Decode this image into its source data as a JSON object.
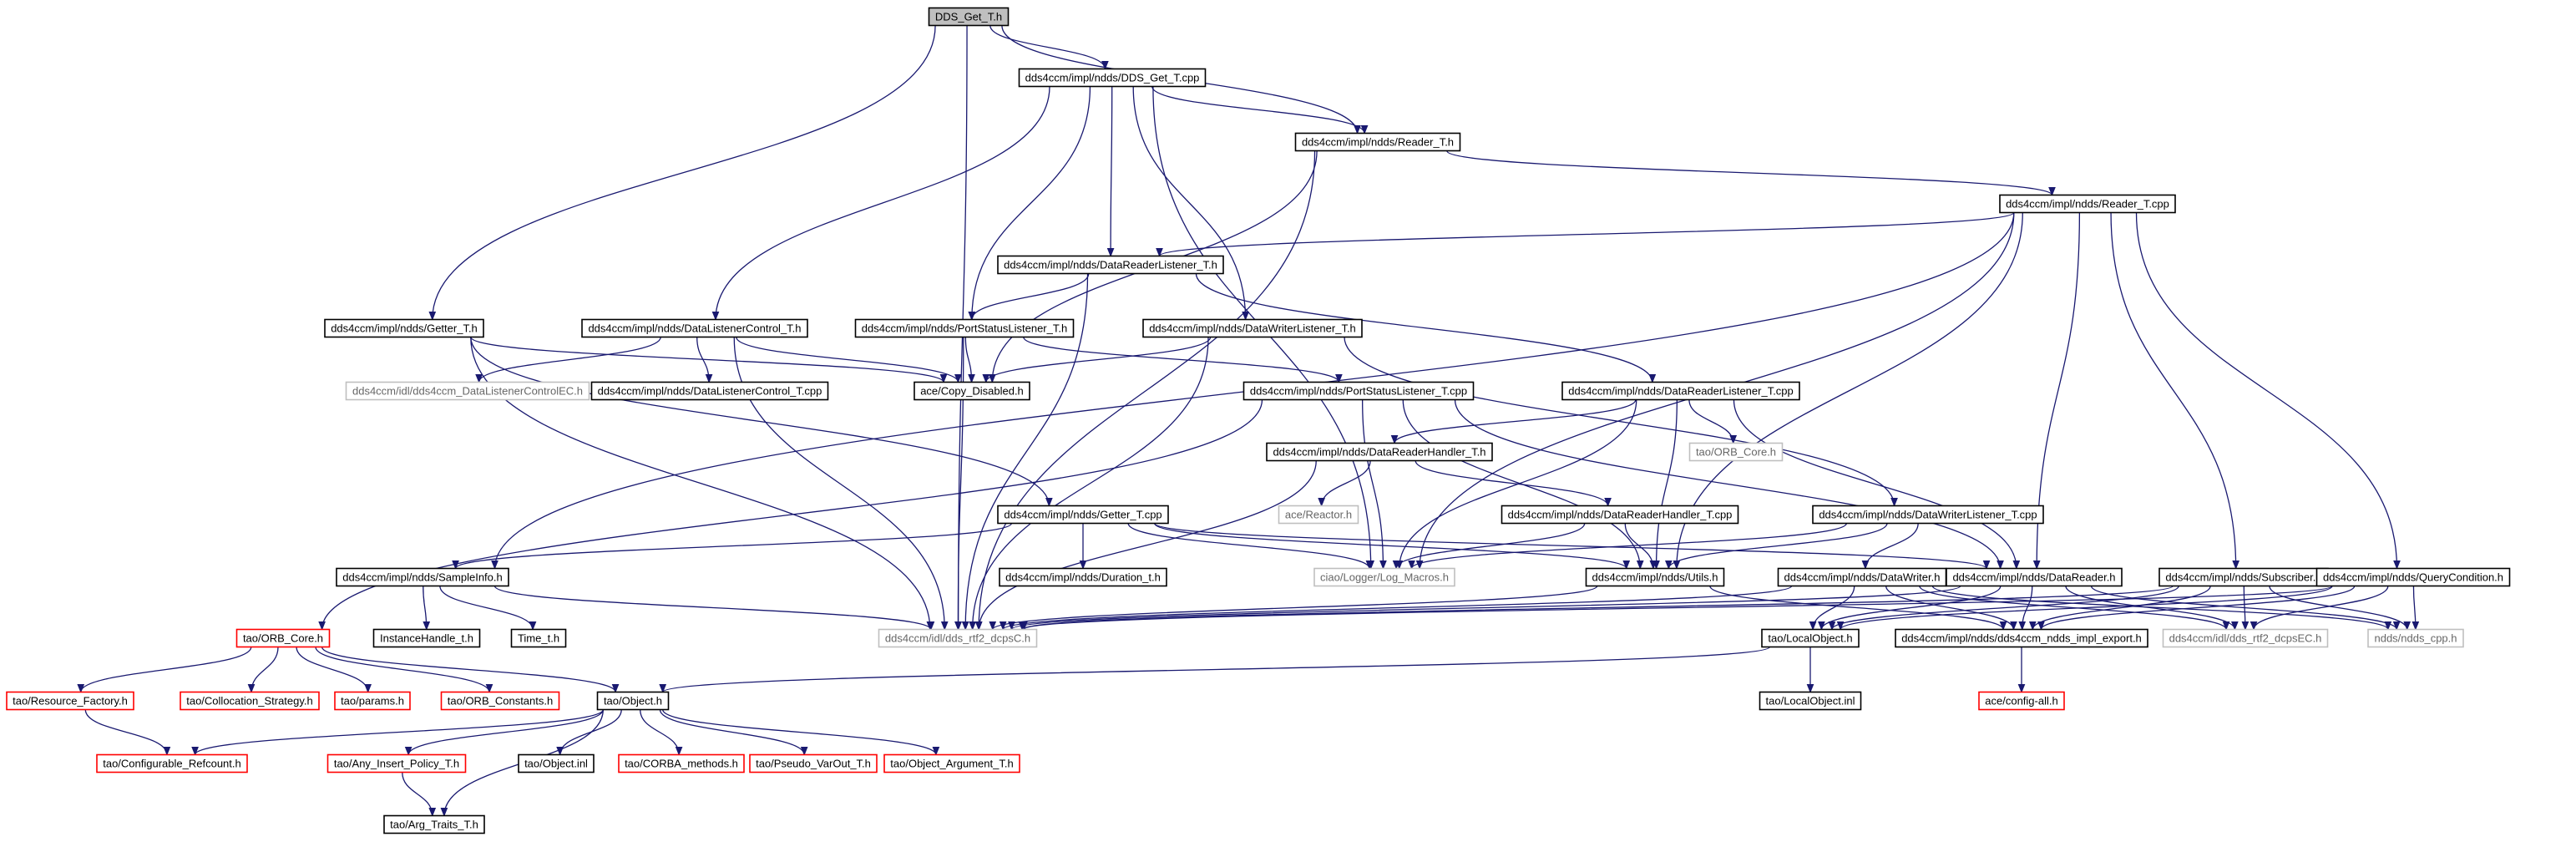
{
  "colors": {
    "edge": "#191970",
    "normal_border": "#000000",
    "normal_fill": "#ffffff",
    "root_fill": "#bfbfbf",
    "missing_border": "#ff0000",
    "external_border": "#bfbfbf",
    "external_text": "#666666"
  },
  "nodes": [
    {
      "id": "n_root",
      "label": "DDS_Get_T.h",
      "kind": "root"
    },
    {
      "id": "n_get_cpp",
      "label": "dds4ccm/impl/ndds/DDS_Get_T.cpp",
      "kind": "normal"
    },
    {
      "id": "n_reader_h",
      "label": "dds4ccm/impl/ndds/Reader_T.h",
      "kind": "normal"
    },
    {
      "id": "n_reader_cpp",
      "label": "dds4ccm/impl/ndds/Reader_T.cpp",
      "kind": "normal"
    },
    {
      "id": "n_drl_h",
      "label": "dds4ccm/impl/ndds/DataReaderListener_T.h",
      "kind": "normal"
    },
    {
      "id": "n_getter_h",
      "label": "dds4ccm/impl/ndds/Getter_T.h",
      "kind": "normal"
    },
    {
      "id": "n_dlc_h",
      "label": "dds4ccm/impl/ndds/DataListenerControl_T.h",
      "kind": "normal"
    },
    {
      "id": "n_psl_h",
      "label": "dds4ccm/impl/ndds/PortStatusListener_T.h",
      "kind": "normal"
    },
    {
      "id": "n_dwl_h",
      "label": "dds4ccm/impl/ndds/DataWriterListener_T.h",
      "kind": "normal"
    },
    {
      "id": "n_idl_dlc",
      "label": "dds4ccm/idl/dds4ccm_DataListenerControlEC.h",
      "kind": "external"
    },
    {
      "id": "n_dlc_cpp",
      "label": "dds4ccm/impl/ndds/DataListenerControl_T.cpp",
      "kind": "normal"
    },
    {
      "id": "n_copy",
      "label": "ace/Copy_Disabled.h",
      "kind": "normal"
    },
    {
      "id": "n_psl_cpp",
      "label": "dds4ccm/impl/ndds/PortStatusListener_T.cpp",
      "kind": "normal"
    },
    {
      "id": "n_drl_cpp",
      "label": "dds4ccm/impl/ndds/DataReaderListener_T.cpp",
      "kind": "normal"
    },
    {
      "id": "n_orbcore_ext",
      "label": "tao/ORB_Core.h",
      "kind": "external"
    },
    {
      "id": "n_drh_h",
      "label": "dds4ccm/impl/ndds/DataReaderHandler_T.h",
      "kind": "normal"
    },
    {
      "id": "n_reactor",
      "label": "ace/Reactor.h",
      "kind": "external"
    },
    {
      "id": "n_drh_cpp",
      "label": "dds4ccm/impl/ndds/DataReaderHandler_T.cpp",
      "kind": "normal"
    },
    {
      "id": "n_dwl_cpp",
      "label": "dds4ccm/impl/ndds/DataWriterListener_T.cpp",
      "kind": "normal"
    },
    {
      "id": "n_getter_cpp",
      "label": "dds4ccm/impl/ndds/Getter_T.cpp",
      "kind": "normal"
    },
    {
      "id": "n_sampleinfo",
      "label": "dds4ccm/impl/ndds/SampleInfo.h",
      "kind": "normal"
    },
    {
      "id": "n_duration",
      "label": "dds4ccm/impl/ndds/Duration_t.h",
      "kind": "normal"
    },
    {
      "id": "n_logmacros",
      "label": "ciao/Logger/Log_Macros.h",
      "kind": "external"
    },
    {
      "id": "n_utils",
      "label": "dds4ccm/impl/ndds/Utils.h",
      "kind": "normal"
    },
    {
      "id": "n_datawriter",
      "label": "dds4ccm/impl/ndds/DataWriter.h",
      "kind": "normal"
    },
    {
      "id": "n_datareader",
      "label": "dds4ccm/impl/ndds/DataReader.h",
      "kind": "normal"
    },
    {
      "id": "n_subscriber",
      "label": "dds4ccm/impl/ndds/Subscriber.h",
      "kind": "normal"
    },
    {
      "id": "n_querycond",
      "label": "dds4ccm/impl/ndds/QueryCondition.h",
      "kind": "normal"
    },
    {
      "id": "n_orbcore_red",
      "label": "tao/ORB_Core.h",
      "kind": "missing"
    },
    {
      "id": "n_instancehandle",
      "label": "InstanceHandle_t.h",
      "kind": "normal"
    },
    {
      "id": "n_time",
      "label": "Time_t.h",
      "kind": "normal"
    },
    {
      "id": "n_rtf2_dcpsc",
      "label": "dds4ccm/idl/dds_rtf2_dcpsC.h",
      "kind": "external"
    },
    {
      "id": "n_localobject",
      "label": "tao/LocalObject.h",
      "kind": "normal"
    },
    {
      "id": "n_export",
      "label": "dds4ccm/impl/ndds/dds4ccm_ndds_impl_export.h",
      "kind": "normal"
    },
    {
      "id": "n_rtf2_dcpsec",
      "label": "dds4ccm/idl/dds_rtf2_dcpsEC.h",
      "kind": "external"
    },
    {
      "id": "n_ndds_cpp",
      "label": "ndds/ndds_cpp.h",
      "kind": "external"
    },
    {
      "id": "n_resource_factory",
      "label": "tao/Resource_Factory.h",
      "kind": "missing"
    },
    {
      "id": "n_collocation",
      "label": "tao/Collocation_Strategy.h",
      "kind": "missing"
    },
    {
      "id": "n_params",
      "label": "tao/params.h",
      "kind": "missing"
    },
    {
      "id": "n_orb_constants",
      "label": "tao/ORB_Constants.h",
      "kind": "missing"
    },
    {
      "id": "n_object_h",
      "label": "tao/Object.h",
      "kind": "normal"
    },
    {
      "id": "n_localobject_inl",
      "label": "tao/LocalObject.inl",
      "kind": "normal"
    },
    {
      "id": "n_config_all",
      "label": "ace/config-all.h",
      "kind": "missing"
    },
    {
      "id": "n_conf_refcount",
      "label": "tao/Configurable_Refcount.h",
      "kind": "missing"
    },
    {
      "id": "n_any_insert",
      "label": "tao/Any_Insert_Policy_T.h",
      "kind": "missing"
    },
    {
      "id": "n_object_inl",
      "label": "tao/Object.inl",
      "kind": "normal"
    },
    {
      "id": "n_corba_methods",
      "label": "tao/CORBA_methods.h",
      "kind": "missing"
    },
    {
      "id": "n_pseudo_varout",
      "label": "tao/Pseudo_VarOut_T.h",
      "kind": "missing"
    },
    {
      "id": "n_object_arg",
      "label": "tao/Object_Argument_T.h",
      "kind": "missing"
    },
    {
      "id": "n_arg_traits",
      "label": "tao/Arg_Traits_T.h",
      "kind": "normal"
    }
  ],
  "edges": [
    [
      "n_root",
      "n_get_cpp"
    ],
    [
      "n_root",
      "n_reader_h"
    ],
    [
      "n_root",
      "n_getter_h"
    ],
    [
      "n_root",
      "n_rtf2_dcpsc"
    ],
    [
      "n_get_cpp",
      "n_reader_h"
    ],
    [
      "n_get_cpp",
      "n_drl_h"
    ],
    [
      "n_get_cpp",
      "n_dlc_h"
    ],
    [
      "n_get_cpp",
      "n_psl_h"
    ],
    [
      "n_get_cpp",
      "n_dwl_h"
    ],
    [
      "n_get_cpp",
      "n_logmacros"
    ],
    [
      "n_reader_h",
      "n_reader_cpp"
    ],
    [
      "n_reader_h",
      "n_copy"
    ],
    [
      "n_reader_h",
      "n_rtf2_dcpsc"
    ],
    [
      "n_reader_cpp",
      "n_drl_h"
    ],
    [
      "n_reader_cpp",
      "n_sampleinfo"
    ],
    [
      "n_reader_cpp",
      "n_logmacros"
    ],
    [
      "n_reader_cpp",
      "n_datareader"
    ],
    [
      "n_reader_cpp",
      "n_subscriber"
    ],
    [
      "n_reader_cpp",
      "n_querycond"
    ],
    [
      "n_reader_cpp",
      "n_utils"
    ],
    [
      "n_drl_h",
      "n_psl_h"
    ],
    [
      "n_drl_h",
      "n_drl_cpp"
    ],
    [
      "n_drl_h",
      "n_rtf2_dcpsc"
    ],
    [
      "n_getter_h",
      "n_copy"
    ],
    [
      "n_getter_h",
      "n_getter_cpp"
    ],
    [
      "n_getter_h",
      "n_rtf2_dcpsc"
    ],
    [
      "n_dlc_h",
      "n_idl_dlc"
    ],
    [
      "n_dlc_h",
      "n_dlc_cpp"
    ],
    [
      "n_dlc_h",
      "n_copy"
    ],
    [
      "n_dlc_h",
      "n_rtf2_dcpsc"
    ],
    [
      "n_psl_h",
      "n_copy"
    ],
    [
      "n_psl_h",
      "n_psl_cpp"
    ],
    [
      "n_psl_h",
      "n_rtf2_dcpsc"
    ],
    [
      "n_dwl_h",
      "n_copy"
    ],
    [
      "n_dwl_h",
      "n_dwl_cpp"
    ],
    [
      "n_dwl_h",
      "n_rtf2_dcpsc"
    ],
    [
      "n_psl_cpp",
      "n_orbcore_red"
    ],
    [
      "n_psl_cpp",
      "n_logmacros"
    ],
    [
      "n_psl_cpp",
      "n_utils"
    ],
    [
      "n_psl_cpp",
      "n_datareader"
    ],
    [
      "n_drl_cpp",
      "n_drh_h"
    ],
    [
      "n_drl_cpp",
      "n_orbcore_ext"
    ],
    [
      "n_drl_cpp",
      "n_logmacros"
    ],
    [
      "n_drl_cpp",
      "n_utils"
    ],
    [
      "n_drl_cpp",
      "n_datareader"
    ],
    [
      "n_drh_h",
      "n_reactor"
    ],
    [
      "n_drh_h",
      "n_drh_cpp"
    ],
    [
      "n_drh_h",
      "n_rtf2_dcpsc"
    ],
    [
      "n_drh_cpp",
      "n_logmacros"
    ],
    [
      "n_drh_cpp",
      "n_utils"
    ],
    [
      "n_dwl_cpp",
      "n_logmacros"
    ],
    [
      "n_dwl_cpp",
      "n_utils"
    ],
    [
      "n_dwl_cpp",
      "n_datawriter"
    ],
    [
      "n_getter_cpp",
      "n_sampleinfo"
    ],
    [
      "n_getter_cpp",
      "n_duration"
    ],
    [
      "n_getter_cpp",
      "n_logmacros"
    ],
    [
      "n_getter_cpp",
      "n_utils"
    ],
    [
      "n_getter_cpp",
      "n_datareader"
    ],
    [
      "n_sampleinfo",
      "n_instancehandle"
    ],
    [
      "n_sampleinfo",
      "n_time"
    ],
    [
      "n_sampleinfo",
      "n_rtf2_dcpsc"
    ],
    [
      "n_utils",
      "n_rtf2_dcpsc"
    ],
    [
      "n_utils",
      "n_export"
    ],
    [
      "n_datawriter",
      "n_rtf2_dcpsc"
    ],
    [
      "n_datawriter",
      "n_localobject"
    ],
    [
      "n_datawriter",
      "n_export"
    ],
    [
      "n_datawriter",
      "n_rtf2_dcpsec"
    ],
    [
      "n_datawriter",
      "n_ndds_cpp"
    ],
    [
      "n_datareader",
      "n_rtf2_dcpsc"
    ],
    [
      "n_datareader",
      "n_localobject"
    ],
    [
      "n_datareader",
      "n_export"
    ],
    [
      "n_datareader",
      "n_rtf2_dcpsec"
    ],
    [
      "n_datareader",
      "n_ndds_cpp"
    ],
    [
      "n_subscriber",
      "n_rtf2_dcpsc"
    ],
    [
      "n_subscriber",
      "n_localobject"
    ],
    [
      "n_subscriber",
      "n_export"
    ],
    [
      "n_subscriber",
      "n_rtf2_dcpsec"
    ],
    [
      "n_subscriber",
      "n_ndds_cpp"
    ],
    [
      "n_querycond",
      "n_rtf2_dcpsc"
    ],
    [
      "n_querycond",
      "n_localobject"
    ],
    [
      "n_querycond",
      "n_export"
    ],
    [
      "n_querycond",
      "n_rtf2_dcpsec"
    ],
    [
      "n_querycond",
      "n_ndds_cpp"
    ],
    [
      "n_orbcore_red",
      "n_resource_factory"
    ],
    [
      "n_orbcore_red",
      "n_collocation"
    ],
    [
      "n_orbcore_red",
      "n_params"
    ],
    [
      "n_orbcore_red",
      "n_orb_constants"
    ],
    [
      "n_orbcore_red",
      "n_object_h"
    ],
    [
      "n_localobject",
      "n_object_h"
    ],
    [
      "n_localobject",
      "n_localobject_inl"
    ],
    [
      "n_export",
      "n_config_all"
    ],
    [
      "n_object_h",
      "n_conf_refcount"
    ],
    [
      "n_object_h",
      "n_any_insert"
    ],
    [
      "n_object_h",
      "n_object_inl"
    ],
    [
      "n_object_h",
      "n_corba_methods"
    ],
    [
      "n_object_h",
      "n_pseudo_varout"
    ],
    [
      "n_object_h",
      "n_object_arg"
    ],
    [
      "n_object_h",
      "n_arg_traits"
    ],
    [
      "n_resource_factory",
      "n_conf_refcount"
    ],
    [
      "n_any_insert",
      "n_arg_traits"
    ]
  ]
}
